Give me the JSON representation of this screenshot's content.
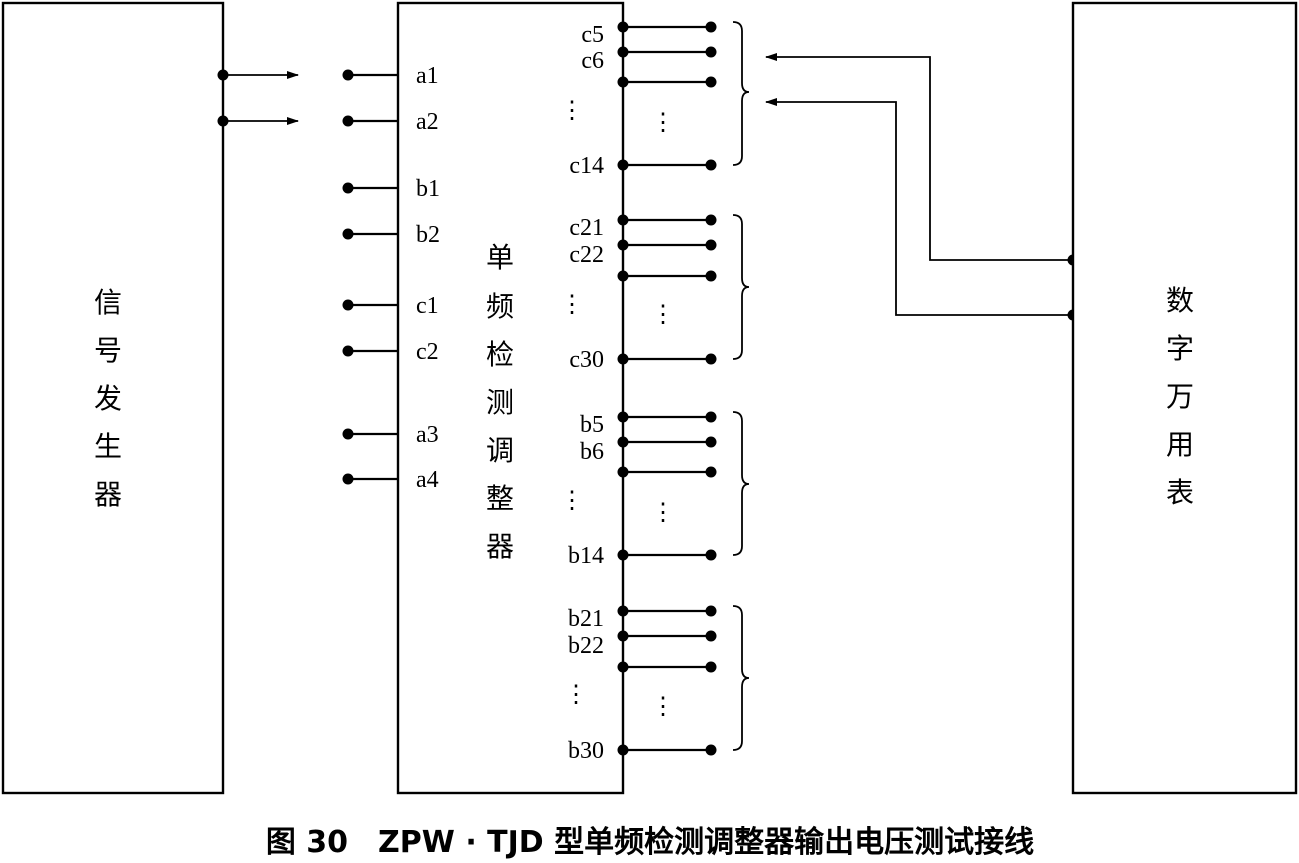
{
  "signal_generator": {
    "label": [
      "信",
      "号",
      "发",
      "生",
      "器"
    ]
  },
  "detector": {
    "label": [
      "单",
      "频",
      "检",
      "测",
      "调",
      "整",
      "器"
    ],
    "left_pins": [
      "a1",
      "a2",
      "b1",
      "b2",
      "c1",
      "c2",
      "a3",
      "a4"
    ],
    "right_groups": [
      {
        "first": "c5",
        "second": "c6",
        "last": "c14"
      },
      {
        "first": "c21",
        "second": "c22",
        "last": "c30"
      },
      {
        "first": "b5",
        "second": "b6",
        "last": "b14"
      },
      {
        "first": "b21",
        "second": "b22",
        "last": "b30"
      }
    ]
  },
  "multimeter": {
    "label": [
      "数",
      "字",
      "万",
      "用",
      "表"
    ]
  },
  "ellipsis": "⋮",
  "caption": "图 30　ZPW · TJD 型单频检测调整器输出电压测试接线"
}
